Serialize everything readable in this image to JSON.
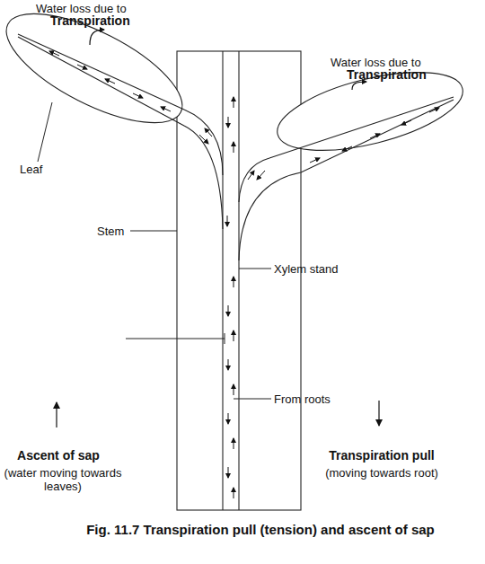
{
  "diagram": {
    "caption": "Fig. 11.7 Transpiration pull (tension) and ascent of sap",
    "labels": [
      "Water loss due to",
      "Transpiration",
      "Water loss due to",
      "Transpiration",
      "Leaf",
      "Stem",
      "Xylem stand",
      "From roots",
      "Ascent of sap",
      "(water moving towards leaves)",
      "Transpiration pull",
      "(moving towards root)"
    ]
  }
}
